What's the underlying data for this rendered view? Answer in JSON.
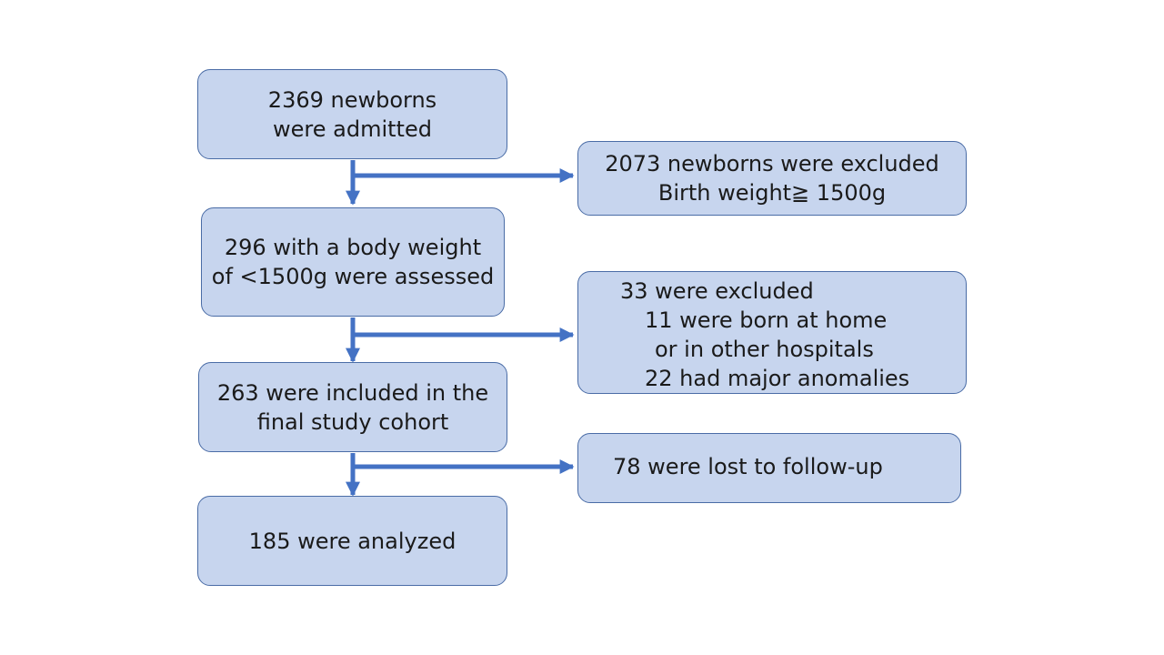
{
  "colors": {
    "box_fill": "#c7d5ee",
    "box_border": "#4a6ca6",
    "arrow": "#4472c4",
    "text": "#1a1a1a"
  },
  "boxes": {
    "admitted": {
      "lines": [
        "2369 newborns",
        "were admitted"
      ]
    },
    "excluded_weight": {
      "lines": [
        "2073 newborns were excluded",
        "Birth weight≧ 1500g"
      ]
    },
    "assessed": {
      "lines": [
        "296 with a body weight",
        "of <1500g were assessed"
      ]
    },
    "excluded_other": {
      "lines": [
        "33 were excluded",
        "11 were born at home",
        "or in other hospitals",
        "22 had major anomalies"
      ]
    },
    "included": {
      "lines": [
        "263 were included in the",
        "final study cohort"
      ]
    },
    "lost": {
      "lines": [
        "78 were lost to follow-up"
      ]
    },
    "analyzed": {
      "lines": [
        "185 were analyzed"
      ]
    }
  }
}
